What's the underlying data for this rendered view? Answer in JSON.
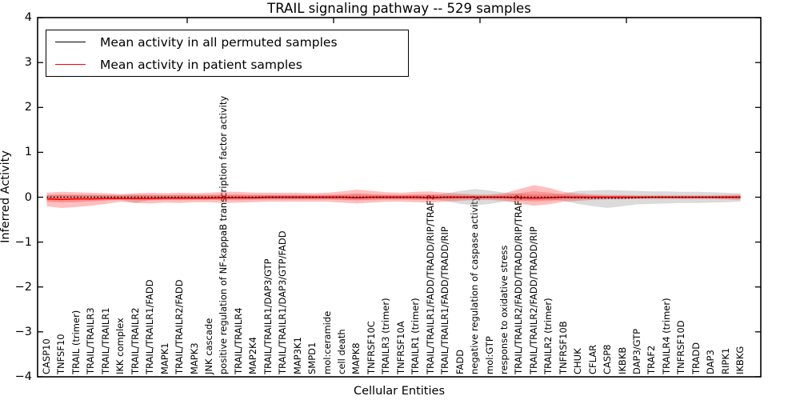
{
  "title": "TRAIL signaling pathway -- 529 samples",
  "legend": {
    "entries": [
      {
        "label": "Mean activity in all permuted samples",
        "color": "#000000"
      },
      {
        "label": "Mean activity in patient samples",
        "color": "#ff0000"
      }
    ]
  },
  "chart_data": {
    "type": "line",
    "title": "TRAIL signaling pathway -- 529 samples",
    "xlabel": "Cellular Entities",
    "ylabel": "Inferred Activity",
    "ylim": [
      -4,
      4
    ],
    "yticks": [
      4,
      3,
      2,
      1,
      0,
      -1,
      -2,
      -3,
      -4
    ],
    "ytick_labels": [
      "4",
      "3",
      "2",
      "1",
      "0",
      "−1",
      "−2",
      "−3",
      "−4"
    ],
    "grid": false,
    "legend_position": "upper left",
    "categories": [
      "CASP10",
      "TNFSF10",
      "TRAIL (trimer)",
      "TRAIL/TRAILR3",
      "TRAIL/TRAILR1",
      "IKK complex",
      "TRAIL/TRAILR2",
      "TRAIL/TRAILR1/FADD",
      "MAPK1",
      "TRAIL/TRAILR2/FADD",
      "MAPK3",
      "JNK cascade",
      "positive regulation of NF-kappaB transcription factor activity",
      "TRAIL/TRAILR4",
      "MAP2K4",
      "TRAIL/TRAILR1/DAP3/GTP",
      "TRAIL/TRAILR1/DAP3/GTP/FADD",
      "MAP3K1",
      "SMPD1",
      "mol:ceramide",
      "cell death",
      "MAPK8",
      "TNFRSF10C",
      "TRAILR3 (trimer)",
      "TNFRSF10A",
      "TRAILR1 (trimer)",
      "TRAIL/TRAILR1/FADD/TRADD/RIP/TRAF2",
      "TRAIL/TRAILR1/FADD/TRADD/RIP",
      "FADD",
      "negative regulation of caspase activity",
      "mol:GTP",
      "response to oxidative stress",
      "TRAIL/TRAILR2/FADD/TRADD/RIP/TRAF2",
      "TRAIL/TRAILR2/FADD/TRADD/RIP",
      "TRAILR2 (trimer)",
      "TNFRSF10B",
      "CHUK",
      "CFLAR",
      "CASP8",
      "IKBKB",
      "DAP3/GTP",
      "TRAF2",
      "TRAILR4 (trimer)",
      "TNFRSF10D",
      "TRADD",
      "DAP3",
      "RIPK1",
      "IKBKG"
    ],
    "series": [
      {
        "name": "Mean activity in all permuted samples",
        "color": "#000000",
        "style": "dotted",
        "values": [
          0,
          0,
          0,
          0,
          0,
          0,
          0,
          0,
          0,
          0,
          0,
          0,
          0,
          0,
          0,
          0,
          0,
          0,
          0,
          0,
          0,
          0,
          0,
          0,
          0,
          0,
          0,
          0,
          0,
          0,
          0,
          0,
          0,
          0,
          0,
          0,
          -0.01,
          -0.02,
          -0.02,
          -0.02,
          -0.01,
          0,
          0,
          0,
          0,
          0,
          0,
          0
        ]
      },
      {
        "name": "Mean activity in patient samples",
        "color": "#ff0000",
        "style": "solid",
        "values": [
          -0.04,
          -0.05,
          -0.04,
          -0.04,
          -0.03,
          -0.03,
          -0.03,
          -0.03,
          -0.02,
          -0.02,
          -0.02,
          -0.02,
          -0.01,
          -0.01,
          -0.01,
          0,
          0,
          0,
          0,
          0,
          0,
          -0.01,
          0,
          0,
          0,
          0,
          -0.01,
          0,
          0,
          0,
          0,
          0,
          -0.01,
          -0.02,
          -0.01,
          0,
          0,
          0,
          0,
          0,
          0,
          0,
          0,
          0,
          0,
          0,
          0,
          0
        ]
      }
    ],
    "bands": [
      {
        "name": "permuted-samples-range",
        "color": "#999999",
        "opacity": 0.35,
        "upper": [
          0.05,
          0.05,
          0.05,
          0.05,
          0.05,
          0.05,
          0.06,
          0.05,
          0.05,
          0.05,
          0.05,
          0.05,
          0.05,
          0.05,
          0.05,
          0.05,
          0.05,
          0.05,
          0.05,
          0.05,
          0.05,
          0.06,
          0.05,
          0.05,
          0.05,
          0.05,
          0.05,
          0.08,
          0.14,
          0.18,
          0.15,
          0.1,
          0.08,
          0.06,
          0.06,
          0.08,
          0.14,
          0.15,
          0.16,
          0.15,
          0.14,
          0.13,
          0.13,
          0.12,
          0.12,
          0.11,
          0.1,
          0.09
        ],
        "lower": [
          -0.05,
          -0.05,
          -0.05,
          -0.05,
          -0.05,
          -0.06,
          -0.13,
          -0.06,
          -0.05,
          -0.05,
          -0.05,
          -0.05,
          -0.05,
          -0.05,
          -0.05,
          -0.05,
          -0.05,
          -0.05,
          -0.05,
          -0.05,
          -0.05,
          -0.06,
          -0.05,
          -0.05,
          -0.05,
          -0.05,
          -0.05,
          -0.08,
          -0.15,
          -0.18,
          -0.15,
          -0.1,
          -0.08,
          -0.06,
          -0.06,
          -0.08,
          -0.15,
          -0.2,
          -0.24,
          -0.2,
          -0.16,
          -0.15,
          -0.14,
          -0.13,
          -0.13,
          -0.12,
          -0.11,
          -0.1
        ]
      },
      {
        "name": "patient-samples-range",
        "color": "#ff0000",
        "opacity": 0.25,
        "upper": [
          0.1,
          0.12,
          0.11,
          0.1,
          0.09,
          0.07,
          0.09,
          0.1,
          0.09,
          0.1,
          0.09,
          0.1,
          0.12,
          0.12,
          0.1,
          0.1,
          0.1,
          0.1,
          0.09,
          0.1,
          0.13,
          0.17,
          0.14,
          0.11,
          0.1,
          0.12,
          0.13,
          0.1,
          0.08,
          0.06,
          0.06,
          0.09,
          0.18,
          0.27,
          0.21,
          0.12,
          0.08,
          0.06,
          0.05,
          0.05,
          0.04,
          0.04,
          0.04,
          0.04,
          0.04,
          0.04,
          0.05,
          0.06
        ],
        "lower": [
          -0.2,
          -0.24,
          -0.22,
          -0.19,
          -0.15,
          -0.1,
          -0.13,
          -0.14,
          -0.12,
          -0.13,
          -0.11,
          -0.11,
          -0.13,
          -0.12,
          -0.11,
          -0.1,
          -0.1,
          -0.1,
          -0.1,
          -0.1,
          -0.12,
          -0.14,
          -0.12,
          -0.1,
          -0.1,
          -0.11,
          -0.12,
          -0.1,
          -0.08,
          -0.06,
          -0.06,
          -0.08,
          -0.14,
          -0.19,
          -0.16,
          -0.1,
          -0.08,
          -0.06,
          -0.05,
          -0.05,
          -0.04,
          -0.04,
          -0.04,
          -0.04,
          -0.04,
          -0.04,
          -0.05,
          -0.06
        ]
      }
    ]
  }
}
